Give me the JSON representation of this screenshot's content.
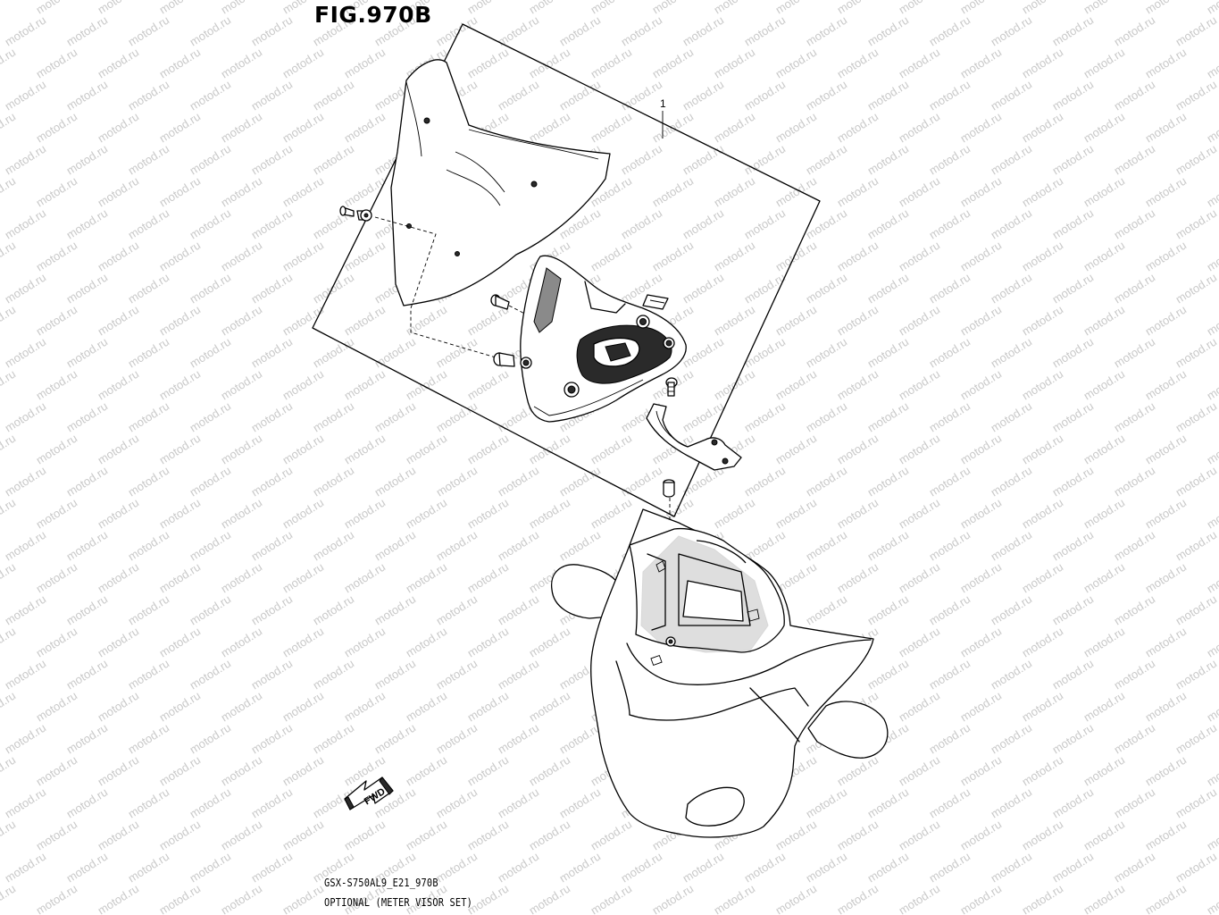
{
  "figure": {
    "title": "FIG.970B",
    "callout_number": "1",
    "direction_label": "FWD",
    "caption_code": "GSX-S750AL9_E21_970B",
    "caption_name": "OPTIONAL (METER VISOR SET)",
    "watermark": "motod.ru"
  },
  "parts": [
    {
      "ref": "1",
      "name": "meter visor set"
    },
    {
      "ref": "",
      "name": "windscreen"
    },
    {
      "ref": "",
      "name": "visor bracket"
    },
    {
      "ref": "",
      "name": "mounting stay"
    },
    {
      "ref": "",
      "name": "screw"
    },
    {
      "ref": "",
      "name": "well nut"
    },
    {
      "ref": "",
      "name": "bolt"
    },
    {
      "ref": "",
      "name": "spacer"
    },
    {
      "ref": "",
      "name": "front cowl"
    }
  ]
}
